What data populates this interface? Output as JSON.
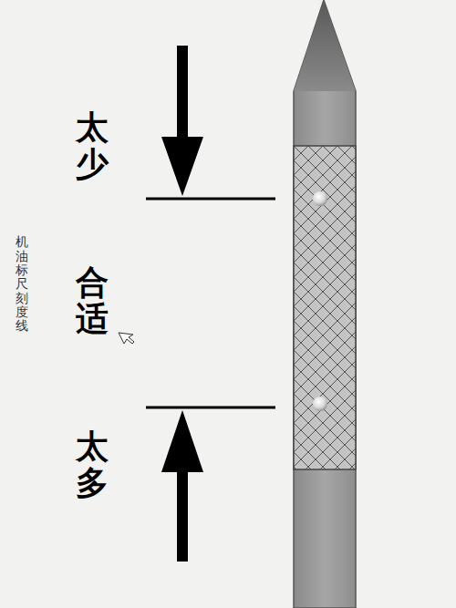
{
  "diagram": {
    "labels": [
      "太少",
      "合适",
      "太多",
      "机油标尺刻度线"
    ]
  }
}
